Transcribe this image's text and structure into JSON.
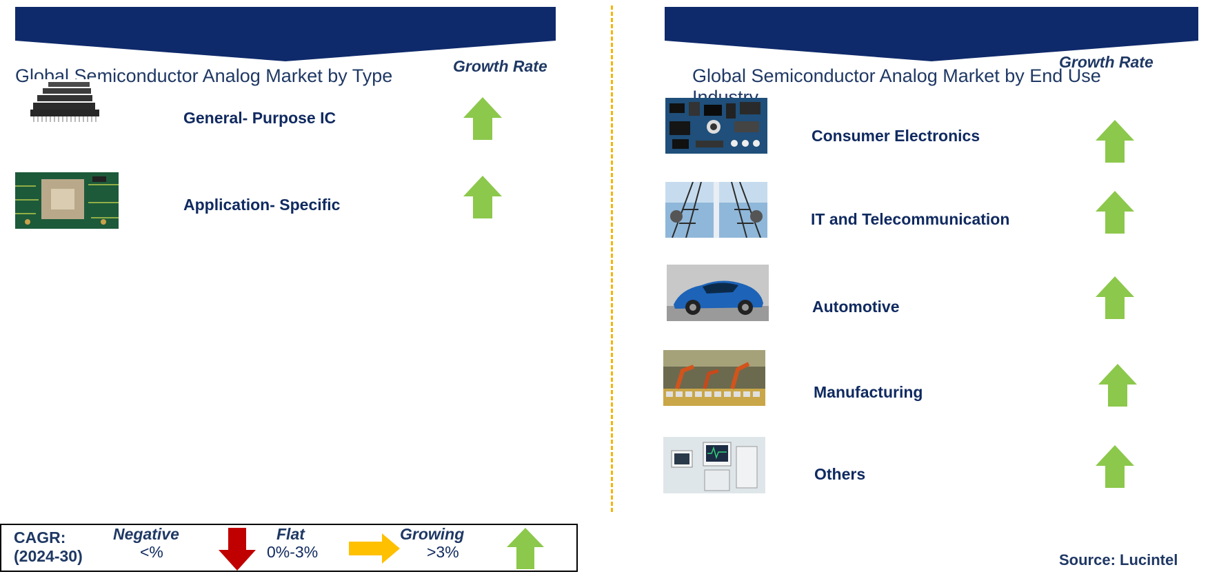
{
  "left": {
    "title": "Global Semiconductor Analog Market by Type",
    "growth_rate_label": "Growth Rate",
    "items": [
      {
        "label": "General- Purpose IC",
        "trend": "growing",
        "image": "ic-chips-image"
      },
      {
        "label": "Application- Specific",
        "trend": "growing",
        "image": "circuit-board-image"
      }
    ]
  },
  "right": {
    "title": "Global Semiconductor Analog Market by End Use Industry",
    "growth_rate_label": "Growth Rate",
    "items": [
      {
        "label": "Consumer Electronics",
        "trend": "growing",
        "image": "consumer-electronics-image"
      },
      {
        "label": "IT and Telecommunication",
        "trend": "growing",
        "image": "telecom-towers-image"
      },
      {
        "label": "Automotive",
        "trend": "growing",
        "image": "automotive-car-image"
      },
      {
        "label": "Manufacturing",
        "trend": "growing",
        "image": "factory-robots-image"
      },
      {
        "label": "Others",
        "trend": "growing",
        "image": "medical-equipment-image"
      }
    ]
  },
  "legend": {
    "cagr_label": "CAGR:",
    "period": "(2024-30)",
    "negative_label": "Negative",
    "negative_value": "<%",
    "flat_label": "Flat",
    "flat_value": "0%-3%",
    "growing_label": "Growing",
    "growing_value": ">3%"
  },
  "source": "Source: Lucintel",
  "colors": {
    "banner": "#0f2a6b",
    "up_arrow": "#8cc84b",
    "down_arrow": "#c00000",
    "flat_arrow": "#ffc000",
    "divider": "#f5b400",
    "text": "#1f3864"
  }
}
